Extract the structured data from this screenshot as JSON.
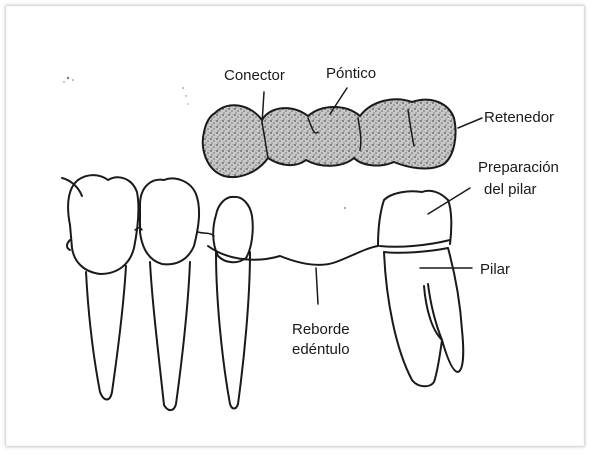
{
  "labels": {
    "conector": "Conector",
    "pontico": "Póntico",
    "retenedor": "Retenedor",
    "preparacion_line1": "Preparación",
    "preparacion_line2": "del pilar",
    "pilar": "Pilar",
    "reborde_line1": "Reborde",
    "reborde_line2": "edéntulo"
  },
  "colors": {
    "ink": "#1a1a1a",
    "bridge_fill": "#b9b9b9",
    "background": "#ffffff"
  }
}
